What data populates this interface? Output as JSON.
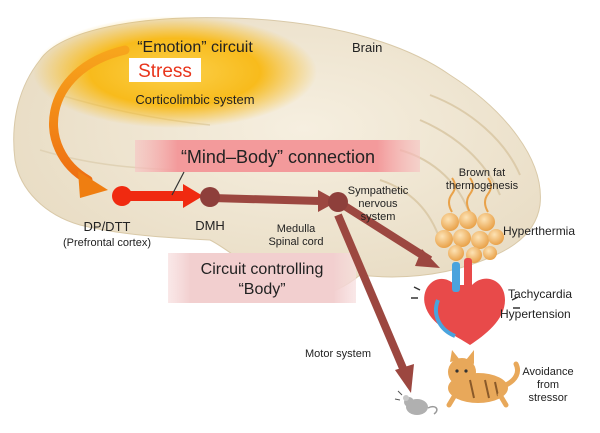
{
  "labels": {
    "brain": "Brain",
    "emotion_circuit": "“Emotion” circuit",
    "stress": "Stress",
    "corticolimbic": "Corticolimbic system",
    "mind_body": "“Mind–Body” connection",
    "dp_dtt": "DP/DTT",
    "prefrontal": "(Prefrontal cortex)",
    "dmh": "DMH",
    "medulla": "Medulla",
    "spinal": "Spinal cord",
    "circuit_line1": "Circuit controlling",
    "circuit_line2": "“Body”",
    "sympathetic_1": "Sympathetic",
    "sympathetic_2": "nervous",
    "sympathetic_3": "system",
    "brown_fat_1": "Brown fat",
    "brown_fat_2": "thermogenesis",
    "hyperthermia": "Hyperthermia",
    "tachycardia": "Tachycardia",
    "hypertension": "Hypertension",
    "motor_system": "Motor system",
    "avoidance_1": "Avoidance",
    "avoidance_2": "from",
    "avoidance_3": "stressor"
  },
  "colors": {
    "brain_fill": "#efe6d3",
    "emotion_glow": "#f7b815",
    "stress_text": "#e8351c",
    "mind_body_box": "#f39a9b",
    "circuit_box": "#f4d4d3",
    "red_node": "#f02a10",
    "path_brown": "#9c4740",
    "node_brown": "#8e3f3b",
    "orange_arrow": "#ef7e11"
  },
  "icons": [
    "brown-fat-cells-icon",
    "heart-icon",
    "cat-icon",
    "mouse-icon"
  ]
}
